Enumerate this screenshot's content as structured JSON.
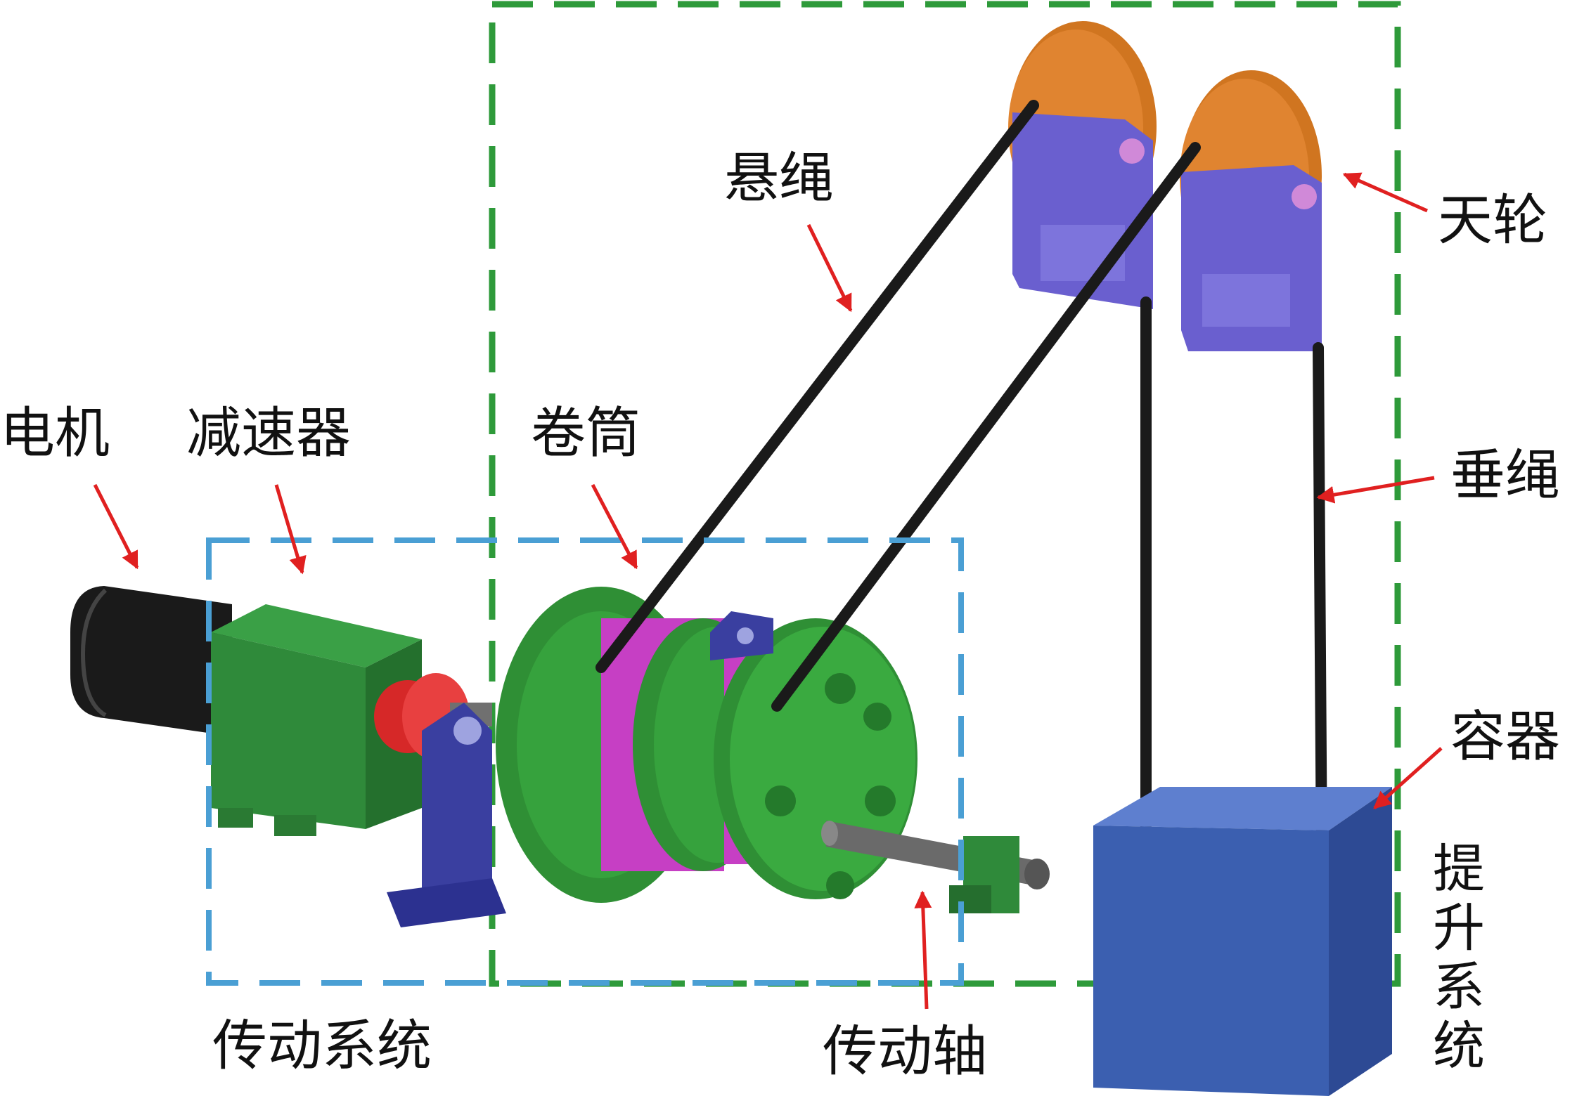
{
  "labels": {
    "motor": "电机",
    "reducer": "减速器",
    "drum": "卷筒",
    "head_rope": "悬绳",
    "head_sheave": "天轮",
    "tail_rope": "垂绳",
    "container": "容器",
    "drive_system": "传动系统",
    "drive_shaft": "传动轴",
    "hoist_system_chars": [
      "提",
      "升",
      "系",
      "统"
    ]
  },
  "colors": {
    "hoist_box": "#2e9a3a",
    "drive_box": "#4a9fd4",
    "arrow": "#e02020",
    "motor": "#1a1a1a",
    "reducer": "#2f8a3a",
    "coupling": "#e23030",
    "drum": "#2f8f35",
    "drum_groove": "#c63fc4",
    "bearing": "#3a3fa0",
    "sheave": "#e08430",
    "sheave_frame": "#6a5fcf",
    "container": "#3b5fb0",
    "rope": "#1a1a1a"
  }
}
